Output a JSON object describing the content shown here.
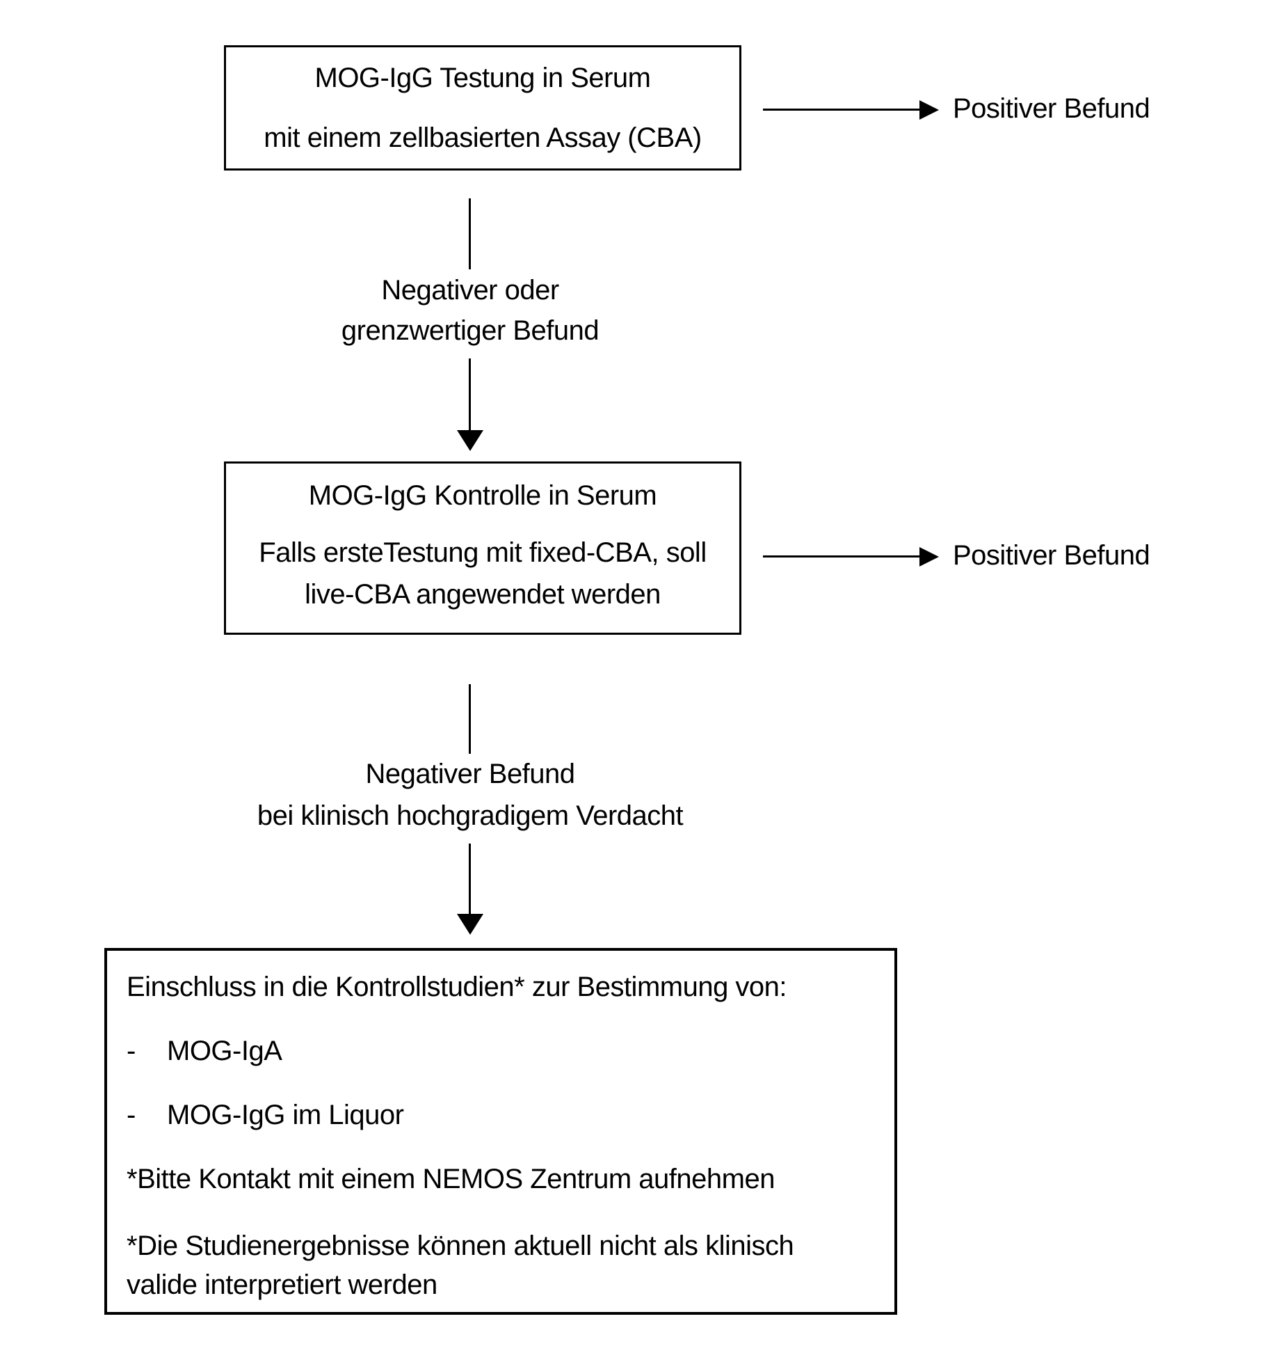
{
  "flowchart": {
    "box1": {
      "line1": "MOG-IgG Testung in Serum",
      "line2": "mit einem zellbasierten Assay (CBA)"
    },
    "branch1_label": "Positiver Befund",
    "connector1": {
      "line1": "Negativer oder",
      "line2": "grenzwertiger Befund"
    },
    "box2": {
      "line1": "MOG-IgG Kontrolle in Serum",
      "line2": "Falls ersteTestung mit fixed-CBA, soll",
      "line3": "live-CBA angewendet werden"
    },
    "branch2_label": "Positiver Befund",
    "connector2": {
      "line1": "Negativer Befund",
      "line2": "bei klinisch hochgradigem Verdacht"
    },
    "box3": {
      "title": "Einschluss in die Kontrollstudien* zur Bestimmung von:",
      "bullets": [
        {
          "marker": "-",
          "text": "MOG-IgA"
        },
        {
          "marker": "-",
          "text": "MOG-IgG im Liquor"
        }
      ],
      "note1": "*Bitte Kontakt mit einem NEMOS Zentrum aufnehmen",
      "note2_line1": "*Die Studienergebnisse können aktuell nicht als klinisch",
      "note2_line2": "valide interpretiert werden"
    },
    "colors": {
      "background": "#ffffff",
      "line": "#000000",
      "text": "#000000"
    }
  }
}
